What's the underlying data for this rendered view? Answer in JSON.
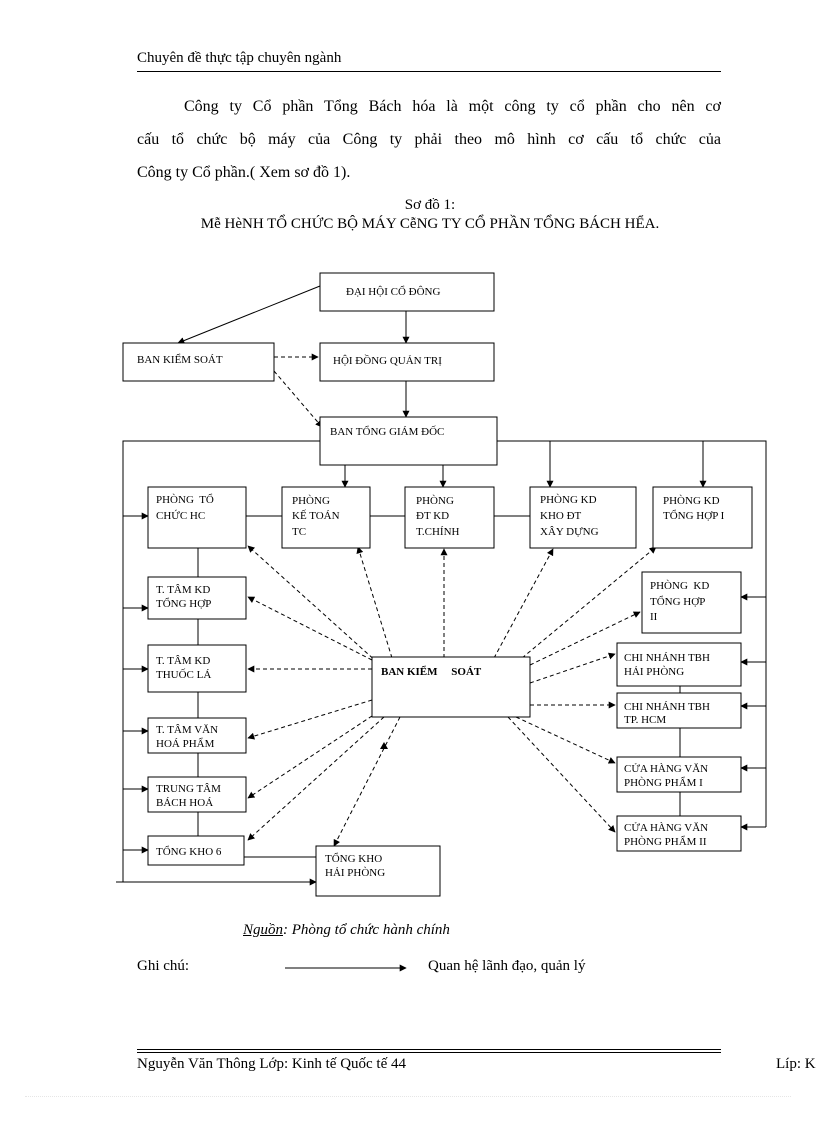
{
  "header": {
    "title": "Chuyên đề thực tập chuyên ngành"
  },
  "paragraph": {
    "lines": [
      "Công ty Cổ phần Tổng Bách hóa là một công ty cổ phần cho nên cơ",
      "cấu tổ chức bộ máy của Công ty phải theo mô hình cơ cấu tổ chức của",
      "Công ty Cổ phần.( Xem sơ đồ 1)."
    ]
  },
  "diagram": {
    "label": "Sơ đồ 1:",
    "title": "Mễ HèNH TỔ CHỨC BỘ MÁY CễNG TY CỔ PHẦN TỔNG BÁCH HỂA.",
    "nodes": {
      "dhcd": [
        "ĐẠI HỘI CỔ ĐÔNG"
      ],
      "bks_top": [
        "BAN KIỂM SOÁT"
      ],
      "hdqt": [
        "HỘI ĐỒNG QUẢN TRỊ"
      ],
      "btgd": [
        "BAN TỔNG GIÁM ĐỐC"
      ],
      "ptchc": [
        "PHÒNG  TỔ",
        "CHỨC HC"
      ],
      "pkt": [
        "PHÒNG",
        "KẾ TOÁN",
        "TC"
      ],
      "pdt": [
        "PHÒNG",
        "ĐT KD",
        "T.CHÍNH"
      ],
      "pkdkho": [
        "PHÒNG KD",
        "KHO ĐT",
        "XÂY DỰNG"
      ],
      "pkdth1": [
        "PHÒNG KD",
        "TỔNG HỢP I"
      ],
      "ttth": [
        "T. TÂM KD",
        "TỔNG HỢP"
      ],
      "pkdth2": [
        "PHÒNG  KD",
        "TỔNG HỢP",
        "II"
      ],
      "tttl": [
        "T. TÂM KD",
        "THUỐC LÁ"
      ],
      "bks_center": [
        "BAN KIỂM     SOÁT"
      ],
      "cnhp": [
        "CHI NHÁNH TBH",
        "HẢI PHÒNG"
      ],
      "cnhcm": [
        "CHI NHÁNH TBH",
        "TP. HCM"
      ],
      "ttvhp": [
        "T. TÂM VĂN",
        "HOÁ PHẨM"
      ],
      "chvpp1": [
        "CỬA HÀNG VĂN",
        "PHÒNG PHẨM I"
      ],
      "ttbh": [
        "TRUNG TÂM",
        "BÁCH HOÁ"
      ],
      "chvpp2": [
        "CỬA HÀNG VĂN",
        "PHÒNG PHẨM II"
      ],
      "tk6": [
        "TỔNG KHO 6"
      ],
      "tkhp": [
        "TỔNG KHO",
        "HẢI PHÒNG"
      ]
    }
  },
  "source": {
    "label": "Nguồn",
    "text": ": Phòng tổ chức hành chính"
  },
  "note": {
    "label": "Ghi chú:",
    "text": "Quan hệ lãnh đạo, quản lý"
  },
  "footer": {
    "left": "Nguyễn Văn Thông Lớp: Kinh tế Quốc tế 44",
    "right": "Líp: K"
  }
}
